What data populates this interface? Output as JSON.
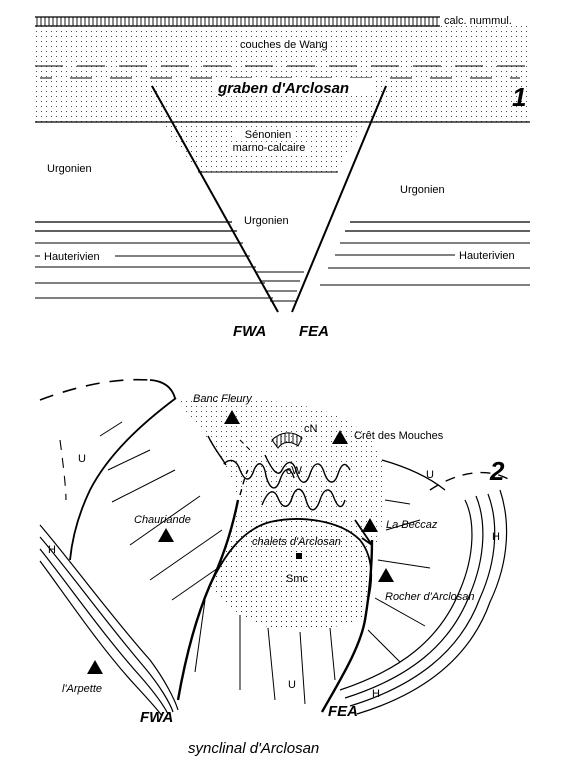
{
  "section_1": {
    "panel_number": "1",
    "labels": {
      "calc_nummul": "calc. nummul.",
      "couches_wang": "couches de Wang",
      "graben": "graben d'Arclosan",
      "senonien_1": "Sénonien",
      "senonien_2": "marno-calcaire",
      "urgonien_left": "Urgonien",
      "urgonien_center": "Urgonien",
      "urgonien_right": "Urgonien",
      "hauterivien_left": "Hauterivien",
      "hauterivien_right": "Hauterivien",
      "fwa": "FWA",
      "fea": "FEA"
    }
  },
  "section_2": {
    "panel_number": "2",
    "title": "synclinal d'Arclosan",
    "labels": {
      "banc_fleury": "Banc Fleury",
      "cret_mouches": "Crêt des Mouches",
      "cn": "cN",
      "cw": "cW",
      "u_left": "U",
      "u_right": "U",
      "u_bottom": "U",
      "h_left": "H",
      "h_right": "H",
      "h_bottom": "H",
      "chauriande": "Chauriande",
      "la_beccaz": "La Beccaz",
      "chalets": "chalets d'Arclosan",
      "smc": "Smc",
      "rocher": "Rocher d'Arclosan",
      "arpette": "l'Arpette",
      "fwa": "FWA",
      "fea": "FEA"
    }
  }
}
